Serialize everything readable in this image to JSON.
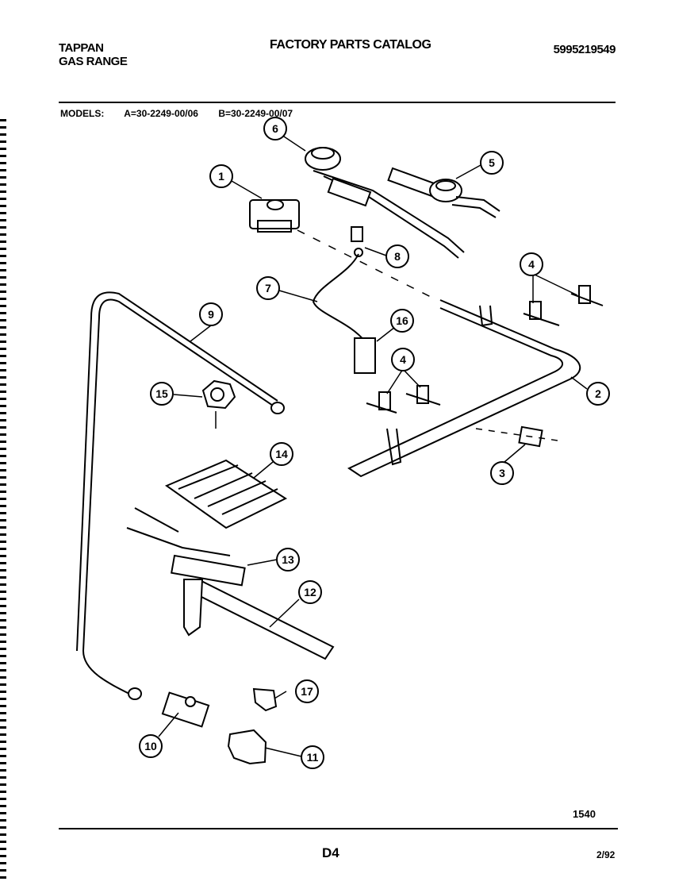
{
  "header": {
    "brand_line1": "TAPPAN",
    "brand_line2": "GAS RANGE",
    "title": "FACTORY PARTS CATALOG",
    "catalog_number": "5995219549"
  },
  "models": {
    "label": "MODELS:",
    "model_a": "A=30-2249-00/06",
    "model_b": "B=30-2249-00/07"
  },
  "callouts": [
    "1",
    "2",
    "3",
    "4",
    "4",
    "5",
    "6",
    "7",
    "8",
    "9",
    "10",
    "11",
    "12",
    "13",
    "14",
    "15",
    "16",
    "17"
  ],
  "footer": {
    "code": "1540",
    "page": "D4",
    "date": "2/92"
  }
}
